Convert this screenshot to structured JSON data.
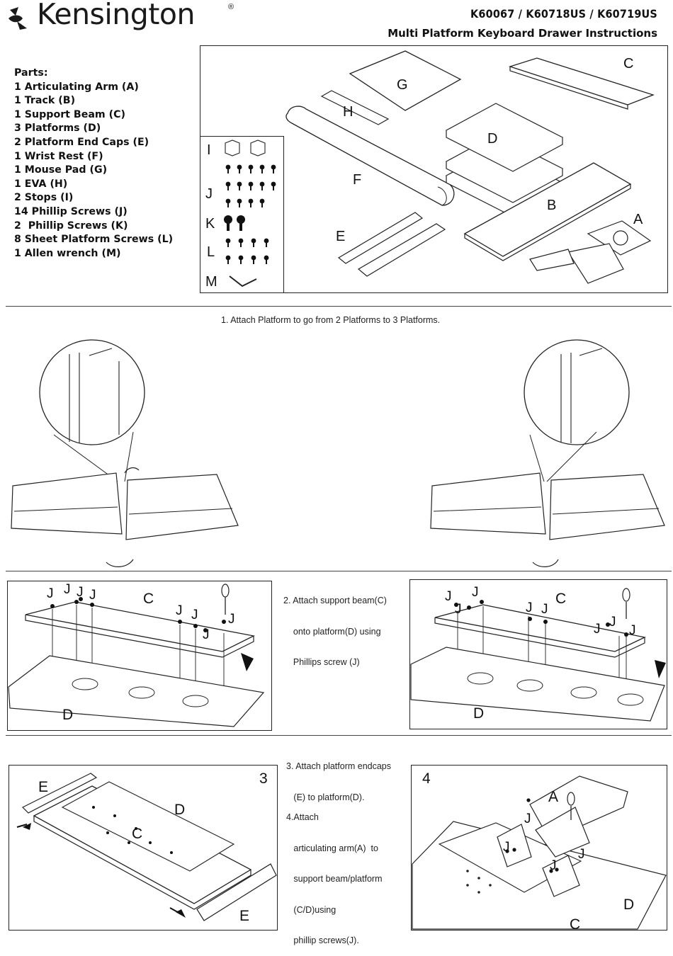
{
  "header": {
    "brand": "Kensington",
    "registered": "®",
    "models": "K60067 / K60718US / K60719US",
    "title": "Multi Platform Keyboard Drawer Instructions"
  },
  "parts": {
    "heading": "Parts:",
    "items": [
      "1 Articulating Arm (A)",
      "1 Track (B)",
      "1 Support Beam (C)",
      "3 Platforms (D)",
      "2 Platform End Caps (E)",
      "1 Wrist Rest (F)",
      "1 Mouse Pad (G)",
      "1 EVA (H)",
      "2 Stops (I)",
      "14 Phillip Screws (J)",
      "2  Phillip Screws (K)",
      "8 Sheet Platform Screws (L)",
      "1 Allen wrench (M)"
    ]
  },
  "parts_diagram": {
    "labels": [
      "A",
      "B",
      "C",
      "D",
      "E",
      "F",
      "G",
      "H",
      "I",
      "J",
      "K",
      "L",
      "M"
    ]
  },
  "steps": {
    "step1": "1. Attach Platform to go from 2 Platforms to 3 Platforms.",
    "step2": [
      "2. Attach support beam(C)",
      "    onto platform(D) using",
      "    Phillips screw (J)"
    ],
    "step3": [
      "3. Attach platform endcaps",
      "   (E) to platform(D)."
    ],
    "step4": [
      "4.Attach",
      "   articulating arm(A)  to",
      "   support beam/platform",
      "   (C/D)using",
      "   phillip screws(J)."
    ],
    "panel3_number": "3",
    "panel4_number": "4"
  },
  "step2_labels": {
    "screw": "J",
    "beam": "C",
    "platform": "D"
  },
  "step3_labels": {
    "endcap": "E",
    "platform": "D",
    "beam": "C"
  },
  "step4_labels": {
    "arm": "A",
    "screw": "J",
    "platform": "D",
    "beam": "C"
  }
}
